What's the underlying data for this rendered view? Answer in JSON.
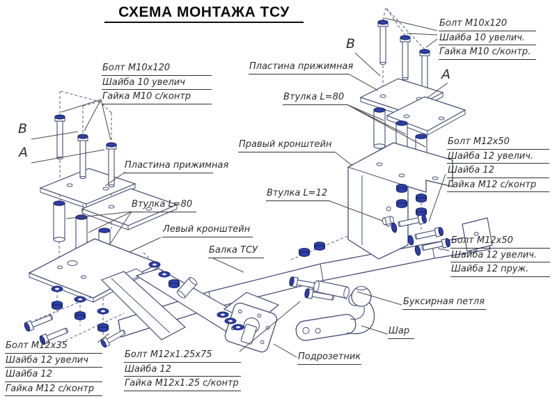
{
  "title": "СХЕМА МОНТАЖА ТСУ",
  "colors": {
    "line": "#3f4c73",
    "hardware_fill": "#2e3fa8",
    "hardware_stroke": "#15205e",
    "leader": "#444444",
    "text": "#2b2b2b",
    "background": "#ffffff"
  },
  "view_markers": {
    "left_b": "В",
    "left_a": "А",
    "right_b": "В",
    "right_a": "А"
  },
  "callouts": {
    "bolt_m10_left": {
      "lines": [
        "Болт М10х120",
        "Шайба 10 увелич",
        "Гайка М10 с/контр"
      ]
    },
    "plate_left": {
      "lines": [
        "Пластина прижимная"
      ]
    },
    "bushing80_left": {
      "lines": [
        "Втулка L=80"
      ]
    },
    "left_bracket": {
      "lines": [
        "Левый кронштейн"
      ]
    },
    "beam": {
      "lines": [
        "Балка ТСУ"
      ]
    },
    "plate_right": {
      "lines": [
        "Пластина прижимная"
      ]
    },
    "bushing80_right": {
      "lines": [
        "Втулка L=80"
      ]
    },
    "right_bracket": {
      "lines": [
        "Правый кронштейн"
      ]
    },
    "bushing12": {
      "lines": [
        "Втулка L=12"
      ]
    },
    "bolt_m10_right": {
      "lines": [
        "Болт М10х120",
        "Шайба 10 увелич.",
        "Гайка М10 с/контр."
      ]
    },
    "bolt_m12x50_top": {
      "lines": [
        "Болт М12х50",
        "Шайба 12 увелич.",
        "Шайба 12",
        "Гайка М12 с/контр"
      ]
    },
    "bolt_m12x50_bottom": {
      "lines": [
        "Болт М12х50",
        "Шайба 12 увелич.",
        "Шайба 12 пруж."
      ]
    },
    "tow_loop": {
      "lines": [
        "Буксирная петля"
      ]
    },
    "ball": {
      "lines": [
        "Шар"
      ]
    },
    "socket_plate": {
      "lines": [
        "Подрозетник"
      ]
    },
    "bolt_m12x35": {
      "lines": [
        "Болт М12х35",
        "Шайба 12 увелич",
        "Шайба 12",
        "Гайка М12 с/контр"
      ]
    },
    "bolt_m12x125x75": {
      "lines": [
        "Болт М12х1.25х75",
        "Шайба 12",
        "Гайка М12х1.25 с/контр"
      ]
    }
  }
}
